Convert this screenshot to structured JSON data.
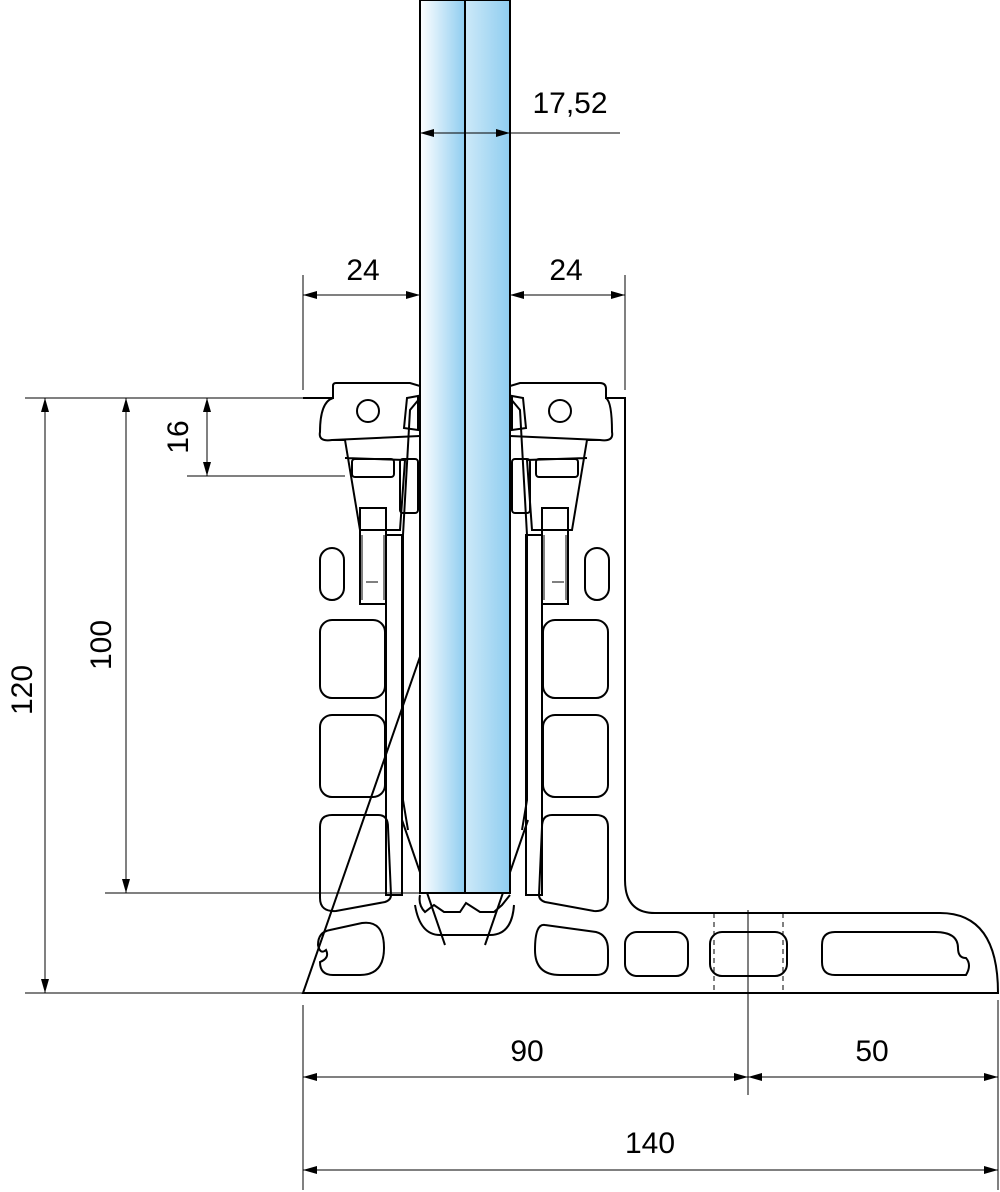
{
  "title": "Glass balustrade base profile cross-section",
  "colors": {
    "glass_light": "#ffffff",
    "glass_blue": "#8fcdf0",
    "line": "#000000"
  },
  "dimensions": {
    "glass_thickness": "17,52",
    "left_clearance": "24",
    "right_clearance": "24",
    "clamp_depth": "16",
    "glass_insertion": "100",
    "profile_height": "120",
    "base_to_axis": "90",
    "axis_to_end": "50",
    "total_width": "140"
  }
}
